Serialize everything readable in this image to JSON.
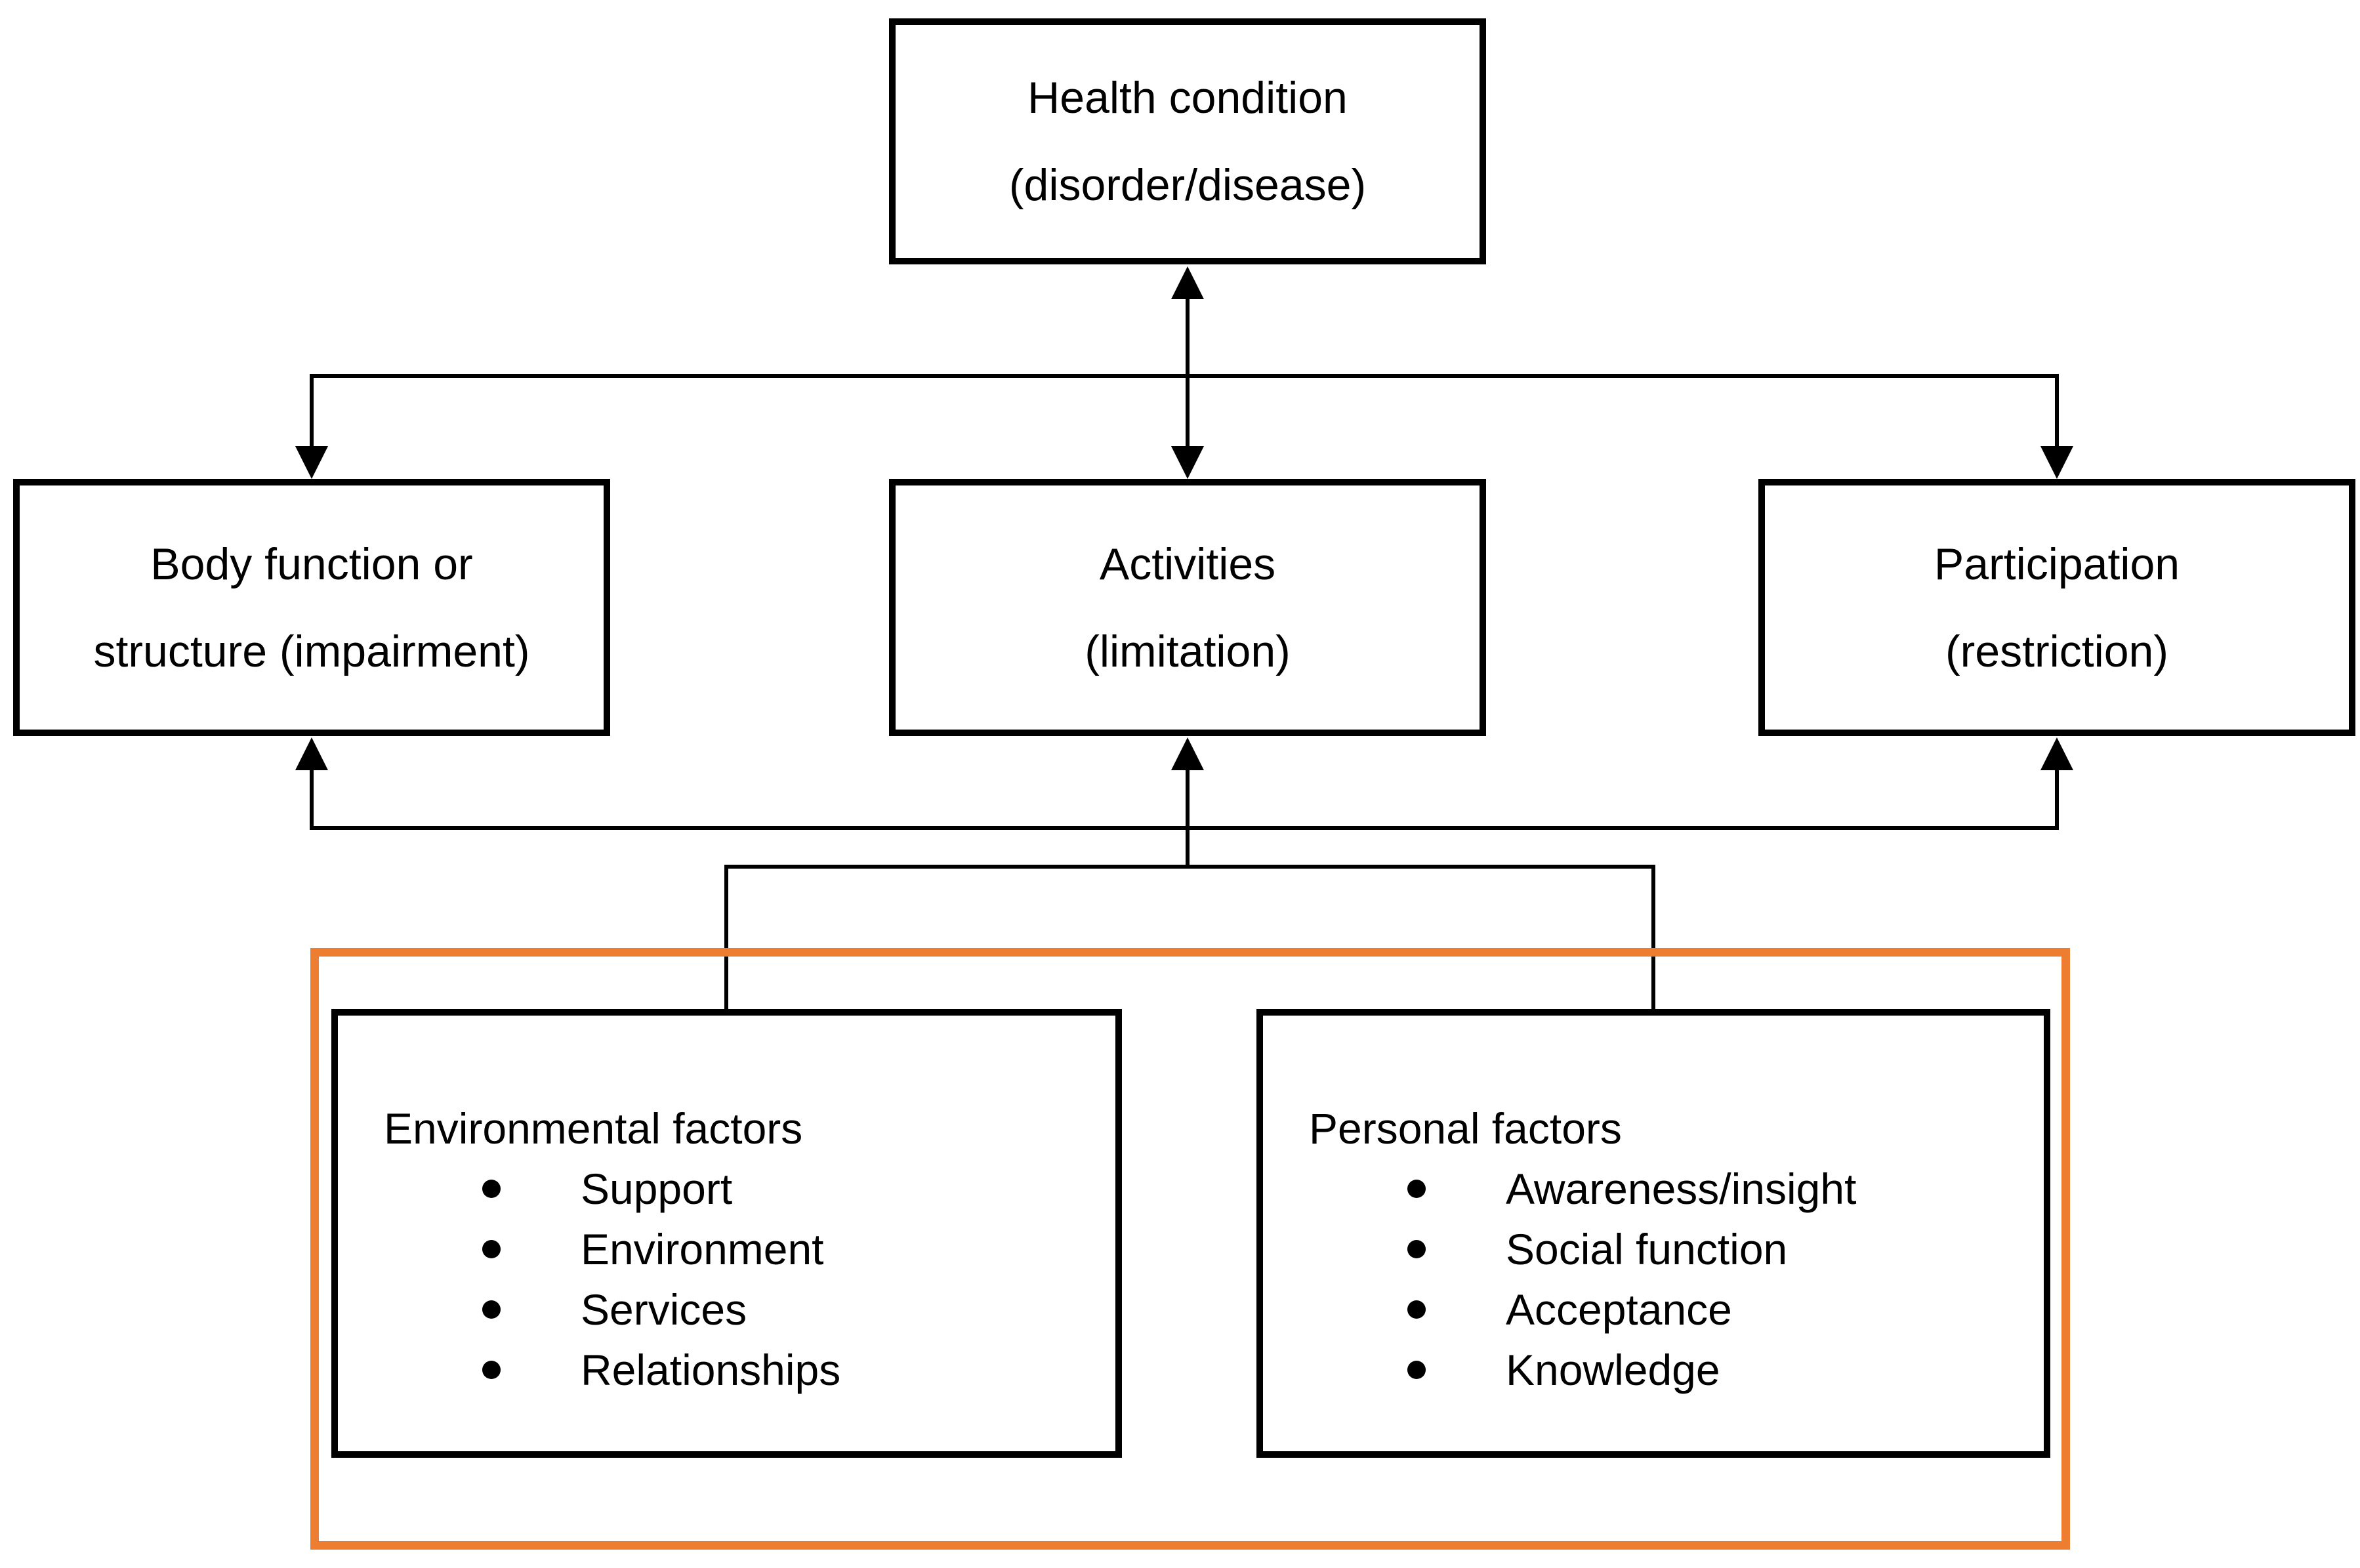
{
  "colors": {
    "line": "#000000",
    "accent_orange": "#ED7D31",
    "text": "#000000",
    "background": "#FFFFFF"
  },
  "boxes": {
    "health_condition": {
      "line1": "Health condition",
      "line2": "(disorder/disease)"
    },
    "body_function": {
      "line1": "Body function or",
      "line2": "structure (impairment)"
    },
    "activities": {
      "line1": "Activities",
      "line2": "(limitation)"
    },
    "participation": {
      "line1": "Participation",
      "line2": "(restriction)"
    },
    "environmental_factors": {
      "title": "Environmental factors",
      "items": [
        "Support",
        "Environment",
        "Services",
        "Relationships"
      ]
    },
    "personal_factors": {
      "title": "Personal factors",
      "items": [
        "Awareness/insight",
        "Social function",
        "Acceptance",
        "Knowledge"
      ]
    }
  }
}
